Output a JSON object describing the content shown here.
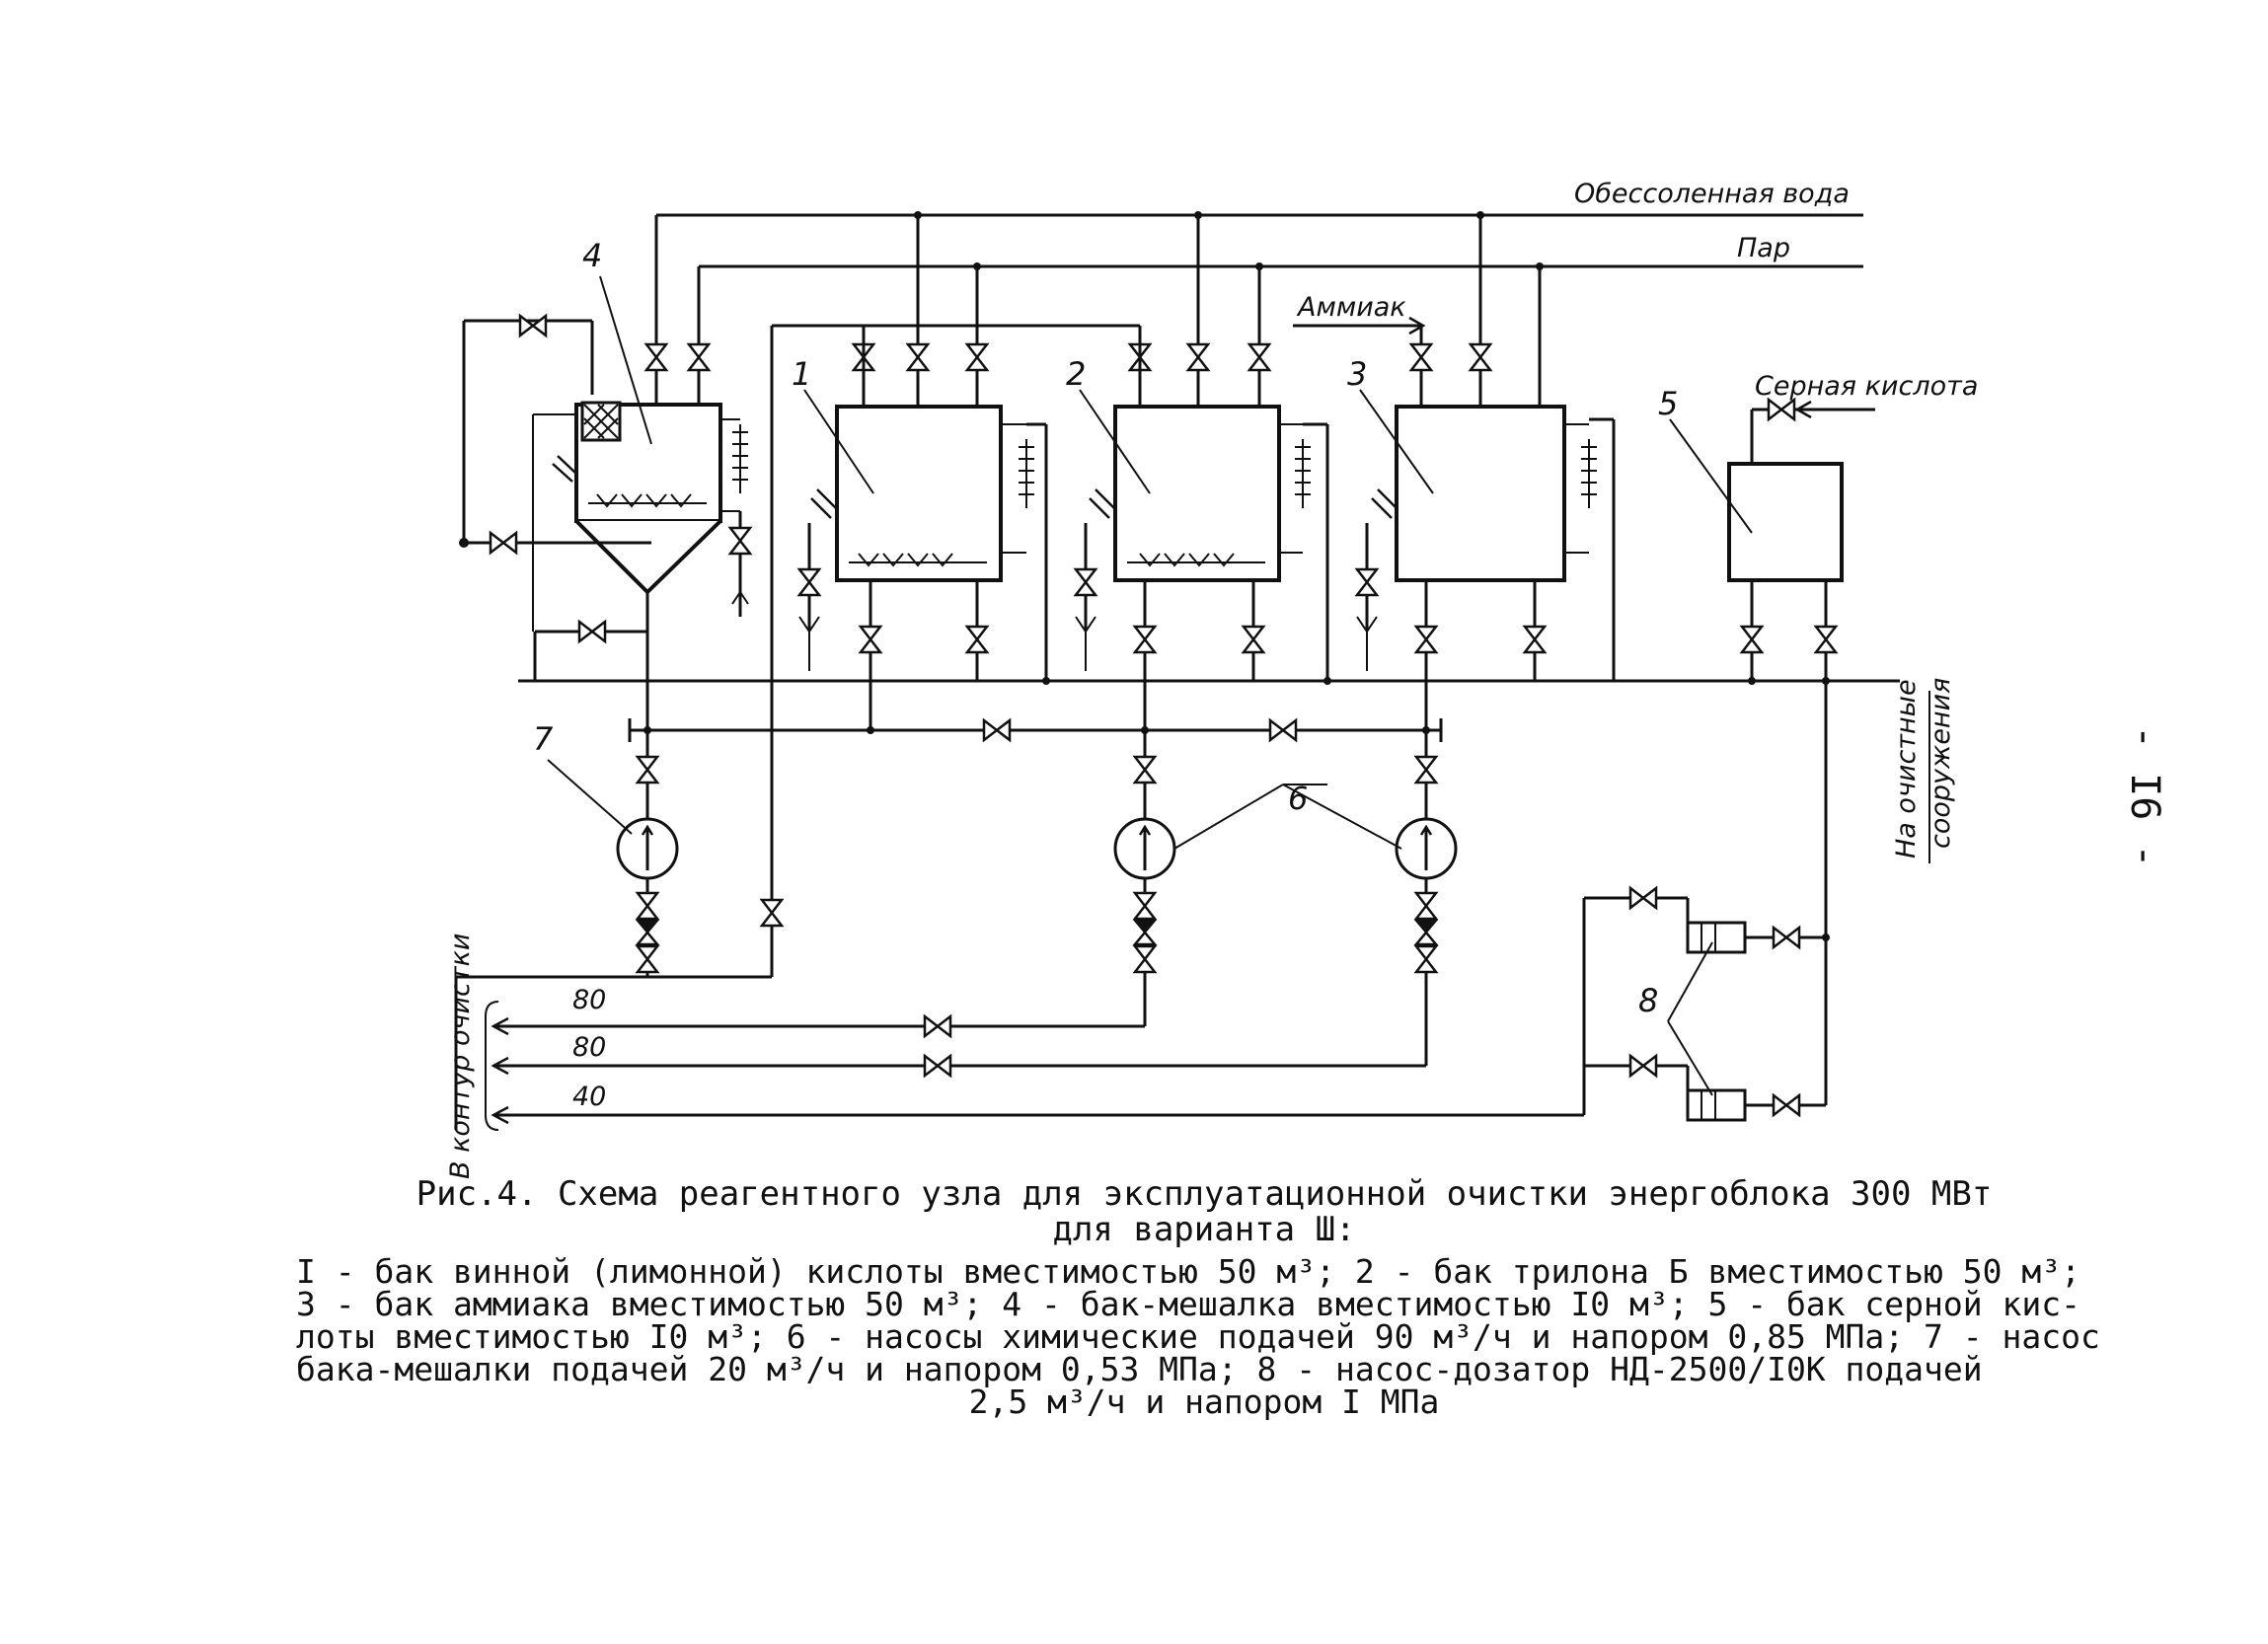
{
  "diagram": {
    "top_labels": {
      "demin_water": "Обессоленная вода",
      "steam": "Пар",
      "ammonia": "Аммиак",
      "sulfuric_acid": "Серная кислота"
    },
    "drain_label": [
      "На очистные",
      "сооружения"
    ],
    "cleaning_label": "В контур очистки",
    "flow_labels": [
      "80",
      "80",
      "40"
    ],
    "numbers": {
      "tank1": "1",
      "tank2": "2",
      "tank3": "3",
      "tank4": "4",
      "tank5": "5",
      "pumps6": "6",
      "pump7": "7",
      "dosing8": "8"
    },
    "page_number": "- I6 -"
  },
  "caption": {
    "title_line1": "Рис.4. Схема реагентного узла для эксплуатационной очистки энергоблока 300 МВт",
    "title_line2": "для варианта Ш:",
    "body": [
      "I - бак винной (лимонной) кислоты вместимостью 50 м³; 2 - бак трилона Б вместимостью 50 м³;",
      "3 - бак аммиака вместимостью 50 м³; 4 - бак-мешалка вместимостью I0 м³; 5 - бак серной кис-",
      "лоты вместимостью I0 м³; 6 - насосы химические подачей 90 м³/ч и напором 0,85 МПа; 7 - насос",
      "бака-мешалки подачей 20 м³/ч и напором 0,53 МПа; 8 - насос-дозатор НД-2500/I0К подачей"
    ],
    "body_last": "2,5 м³/ч и напором I МПа"
  }
}
